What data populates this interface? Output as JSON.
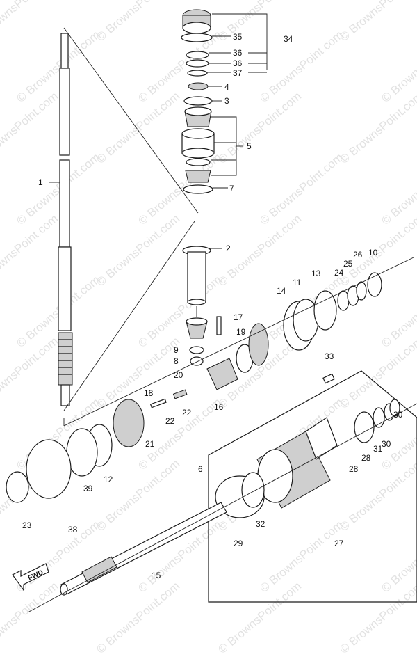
{
  "watermark": "© BrownsPoint.com",
  "fwd_label": "FWD",
  "callouts": [
    "1",
    "2",
    "3",
    "4",
    "5",
    "6",
    "7",
    "8",
    "9",
    "10",
    "11",
    "12",
    "13",
    "14",
    "15",
    "16",
    "17",
    "18",
    "19",
    "20",
    "21",
    "22",
    "23",
    "24",
    "25",
    "26",
    "27",
    "28",
    "29",
    "30",
    "31",
    "32",
    "33",
    "34",
    "35",
    "36",
    "37",
    "38",
    "39"
  ],
  "labels": [
    {
      "id": "label-34",
      "text": "34"
    },
    {
      "id": "label-35",
      "text": "35"
    },
    {
      "id": "label-36a",
      "text": "36"
    },
    {
      "id": "label-36b",
      "text": "36"
    },
    {
      "id": "label-37",
      "text": "37"
    },
    {
      "id": "label-4",
      "text": "4"
    },
    {
      "id": "label-3",
      "text": "3"
    },
    {
      "id": "label-5",
      "text": "5"
    },
    {
      "id": "label-7",
      "text": "7"
    },
    {
      "id": "label-1",
      "text": "1"
    },
    {
      "id": "label-2",
      "text": "2"
    },
    {
      "id": "label-10",
      "text": "10"
    },
    {
      "id": "label-26",
      "text": "26"
    },
    {
      "id": "label-25",
      "text": "25"
    },
    {
      "id": "label-24",
      "text": "24"
    },
    {
      "id": "label-13a",
      "text": "13"
    },
    {
      "id": "label-11",
      "text": "11"
    },
    {
      "id": "label-14",
      "text": "14"
    },
    {
      "id": "label-17",
      "text": "17"
    },
    {
      "id": "label-19",
      "text": "19"
    },
    {
      "id": "label-9",
      "text": "9"
    },
    {
      "id": "label-8",
      "text": "8"
    },
    {
      "id": "label-33",
      "text": "33"
    },
    {
      "id": "label-20",
      "text": "20"
    },
    {
      "id": "label-18",
      "text": "18"
    },
    {
      "id": "label-16",
      "text": "16"
    },
    {
      "id": "label-22a",
      "text": "22"
    },
    {
      "id": "label-22b",
      "text": "22"
    },
    {
      "id": "label-21",
      "text": "21"
    },
    {
      "id": "label-30a",
      "text": "30"
    },
    {
      "id": "label-30b",
      "text": "30"
    },
    {
      "id": "label-31",
      "text": "31"
    },
    {
      "id": "label-28a",
      "text": "28"
    },
    {
      "id": "label-28b",
      "text": "28"
    },
    {
      "id": "label-6",
      "text": "6"
    },
    {
      "id": "label-12",
      "text": "12"
    },
    {
      "id": "label-39",
      "text": "39"
    },
    {
      "id": "label-23",
      "text": "23"
    },
    {
      "id": "label-38",
      "text": "38"
    },
    {
      "id": "label-32",
      "text": "32"
    },
    {
      "id": "label-29",
      "text": "29"
    },
    {
      "id": "label-27",
      "text": "27"
    },
    {
      "id": "label-15",
      "text": "15"
    }
  ]
}
